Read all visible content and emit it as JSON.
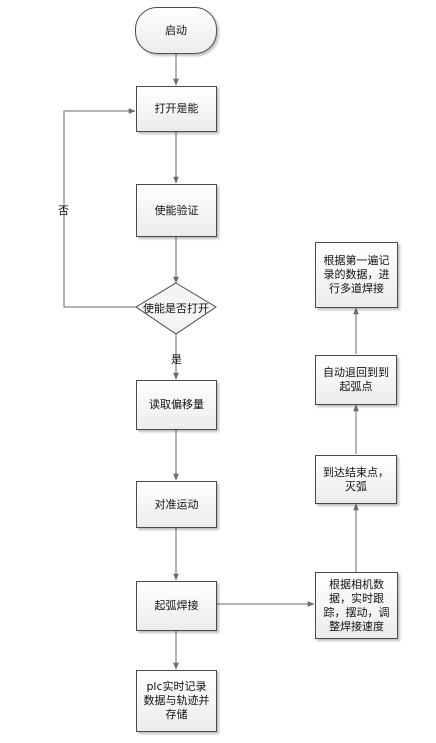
{
  "nodes": {
    "start": "启动",
    "enable_open": "打开是能",
    "enable_verify": "使能验证",
    "decision": "使能是否打开",
    "read_offset": "读取偏移量",
    "align_move": "对准运动",
    "arc_start": "起弧焊接",
    "plc_record": "plc实时记录数据与轨迹并存储",
    "camera_track": "根据相机数据，实时跟踪，摆动，调整焊接速度",
    "arrive_end": "到达结束点，灭弧",
    "return_arc": "自动退回到到起弧点",
    "multi_pass": "根据第一遍记录的数据，进行多道焊接"
  },
  "edge_labels": {
    "no": "否",
    "yes": "是"
  },
  "colors": {
    "line": "#6b6b6b",
    "border": "#4a4a4a"
  }
}
